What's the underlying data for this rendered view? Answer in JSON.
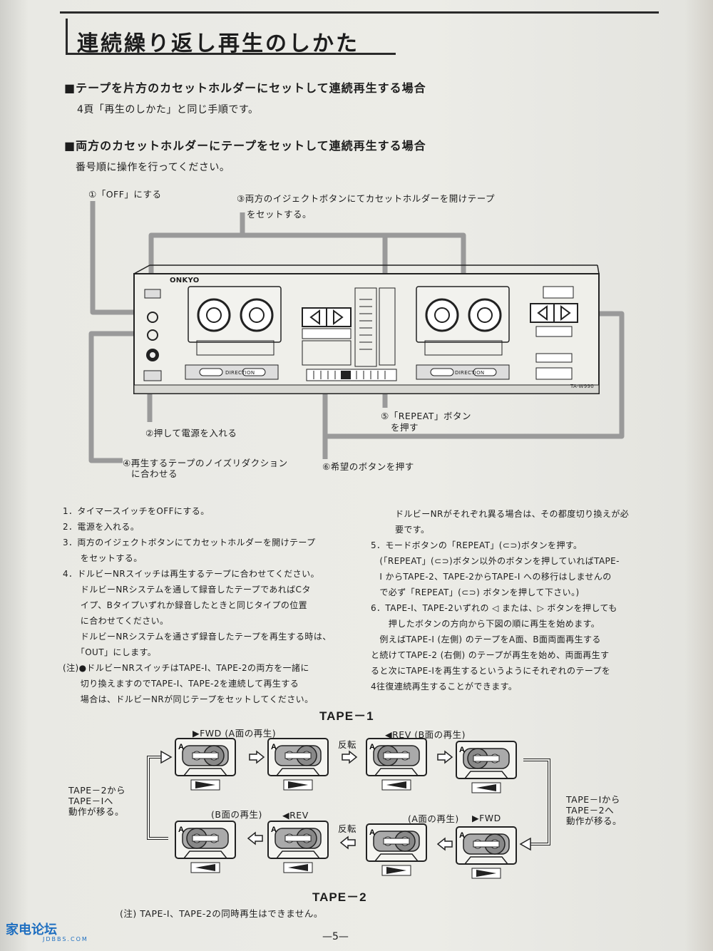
{
  "title": "連続繰り返し再生のしかた",
  "section1": {
    "heading": "■テープを片方のカセットホルダーにセットして連続再生する場合",
    "body": "4頁「再生のしかた」と同じ手順です。"
  },
  "section2": {
    "heading": "■両方のカセットホルダーにテープをセットして連続再生する場合",
    "body": "番号順に操作を行ってください。"
  },
  "callouts": {
    "c1": "①「OFF」にする",
    "c3a": "③両方のイジェクトボタンにてカセットホルダーを開けテープ",
    "c3b": "をセットする。",
    "c2": "②押して電源を入れる",
    "c4a": "④再生するテープのノイズリダクション",
    "c4b": "に合わせる",
    "c5a": "⑤「REPEAT」ボタン",
    "c5b": "を押す",
    "c6": "⑥希望のボタンを押す"
  },
  "deck": {
    "brand": "ONKYO",
    "model": "TA-W990",
    "left_direction": "DIRECTION",
    "right_direction": "DIRECTION"
  },
  "steps_left": [
    "1．タイマースイッチをOFFにする。",
    "2．電源を入れる。",
    "3．両方のイジェクトボタンにてカセットホルダーを開けテープ",
    "　　をセットする。",
    "4．ドルビーNRスイッチは再生するテープに合わせてください。",
    "　　ドルビーNRシステムを通して録音したテープであればCタ",
    "　　イプ、Bタイプいずれか録音したときと同じタイプの位置",
    "　　に合わせてください。",
    "　　ドルビーNRシステムを通さず録音したテープを再生する時は、",
    "　　「OUT」にします。",
    "(注)●ドルビーNRスイッチはTAPE-Ⅰ、TAPE-2の両方を一諸に",
    "　　切り換えますのでTAPE-Ⅰ、TAPE-2を連続して再生する",
    "　　場合は、ドルビーNRが同じテープをセットしてください。"
  ],
  "steps_right": [
    "ドルビーNRがそれぞれ異る場合は、その都度切り換えが必",
    "要です。",
    "5．モードボタンの「REPEAT」(⊂⊃)ボタンを押す。",
    "　(「REPEAT」(⊂⊃)ボタン以外のボタンを押していればTAPE-",
    "　Ⅰ からTAPE-2、TAPE-2からTAPE-Ⅰ への移行はしませんの",
    "　で必ず「REPEAT」(⊂⊃) ボタンを押して下さい。)",
    "6．TAPE-Ⅰ、TAPE-2いずれの ◁ または、▷ ボタンを押しても",
    "　　押したボタンの方向から下図の順に再生を始めます。",
    "",
    "　例えばTAPE-Ⅰ (左側) のテープをA面、B面両面再生する",
    "と続けてTAPE-2 (右側) のテープが再生を始め、両面再生す",
    "ると次にTAPE-Ⅰを再生するというようにそれぞれのテープを",
    "4往復連続再生することができます。"
  ],
  "diagram": {
    "tape1_label": "TAPE－1",
    "tape2_label": "TAPE－2",
    "fwd_a": "▶FWD (A面の再生)",
    "rev_b": "◀REV (B面の再生)",
    "hanten_top": "反転",
    "hanten_bottom": "反転",
    "b_side": "(B面の再生)",
    "rev": "◀REV",
    "a_side": "(A面の再生)",
    "fwd": "▶FWD",
    "left_note": [
      "TAPE－2から",
      "TAPE－Ⅰへ",
      "動作が移る。"
    ],
    "right_note": [
      "TAPE－Ⅰから",
      "TAPE－2へ",
      "動作が移る。"
    ],
    "cassette_side_letter": "A"
  },
  "note": "(注) TAPE-Ⅰ、TAPE-2の同時再生はできません。",
  "page_number": "—5—",
  "watermark": {
    "logo": "家电论坛",
    "url": "JDBBS.COM"
  }
}
